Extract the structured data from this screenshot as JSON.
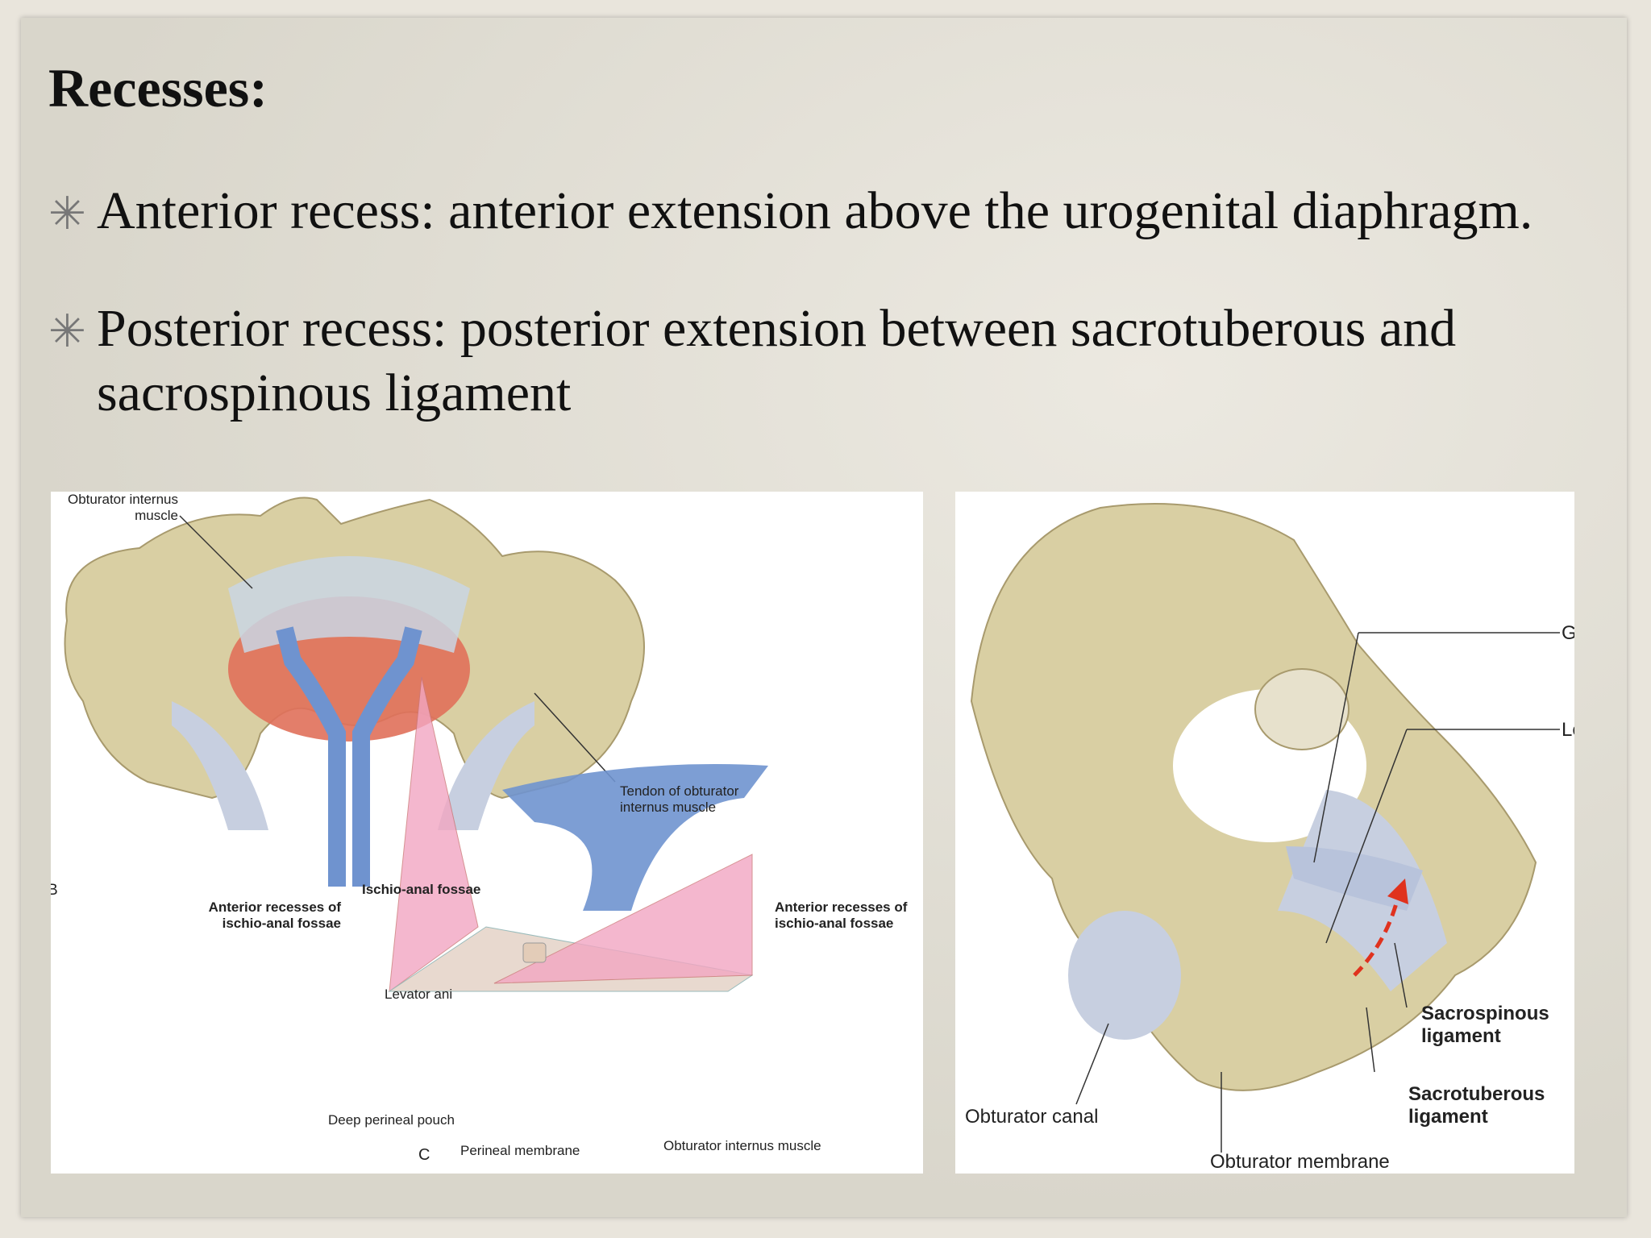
{
  "title": "Recesses:",
  "bullets": [
    {
      "icon": "asterisk-icon",
      "text": "Anterior recess: anterior extension above the urogenital diaphragm."
    },
    {
      "icon": "asterisk-icon",
      "text": "Posterior recess: posterior extension between sacrotuberous and sacrospinous ligament"
    }
  ],
  "left_figure": {
    "labels": {
      "obturator_internus_muscle": "Obturator internus muscle",
      "tendon_obturator_internus": "Tendon of obturator internus muscle",
      "ischio_anal_fossae": "Ischio-anal fossae",
      "anterior_recesses_left": "Anterior recesses of ischio-anal fossae",
      "anterior_recesses_right": "Anterior recesses of ischio-anal fossae",
      "levator_ani": "Levator ani",
      "deep_perineal_pouch": "Deep perineal pouch",
      "perineal_membrane": "Perineal membrane",
      "obturator_internus_muscle_c": "Obturator internus muscle",
      "panel_b": "B",
      "panel_c": "C"
    }
  },
  "right_figure": {
    "labels": {
      "g_cut": "G",
      "l_cut": "Le",
      "sacrospinous": "Sacrospinous ligament",
      "sacrotuberous": "Sacrotuberous ligament",
      "obturator_canal": "Obturator canal",
      "obturator_membrane": "Obturator membrane"
    }
  },
  "colors": {
    "bone": "#d9cfa3",
    "muscle": "#e0705a",
    "recess_arrow": "#6f93cf",
    "ligament": "#c7cfe0",
    "dashed_arrow": "#e0321e"
  }
}
